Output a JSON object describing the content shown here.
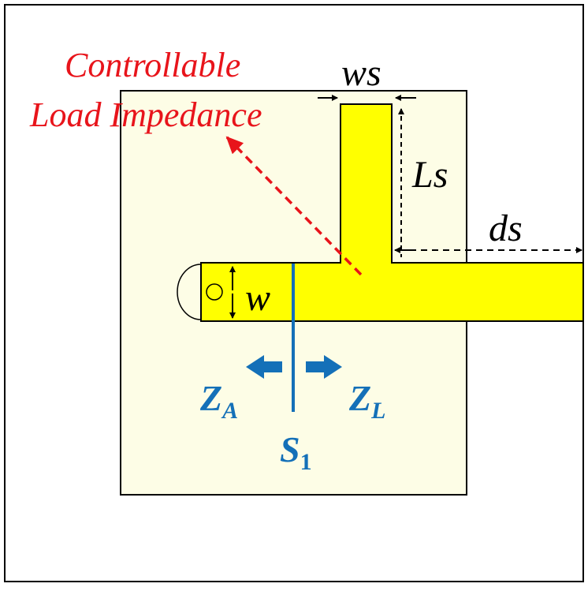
{
  "annotation": {
    "line1": "Controllable",
    "line2": "Load Impedance",
    "color": "#e8141b"
  },
  "labels": {
    "ws": "ws",
    "Ls": "Ls",
    "ds": "ds",
    "w": "w"
  },
  "port": {
    "za_main": "Z",
    "za_sub": "A",
    "zl_main": "Z",
    "zl_sub": "L",
    "s_main": "S",
    "s_sub": "1",
    "color": "#1470b8"
  },
  "colors": {
    "substrate": "#fdfde6",
    "microstrip": "#ffff00",
    "outline": "#000000",
    "dimension": "#000000"
  }
}
